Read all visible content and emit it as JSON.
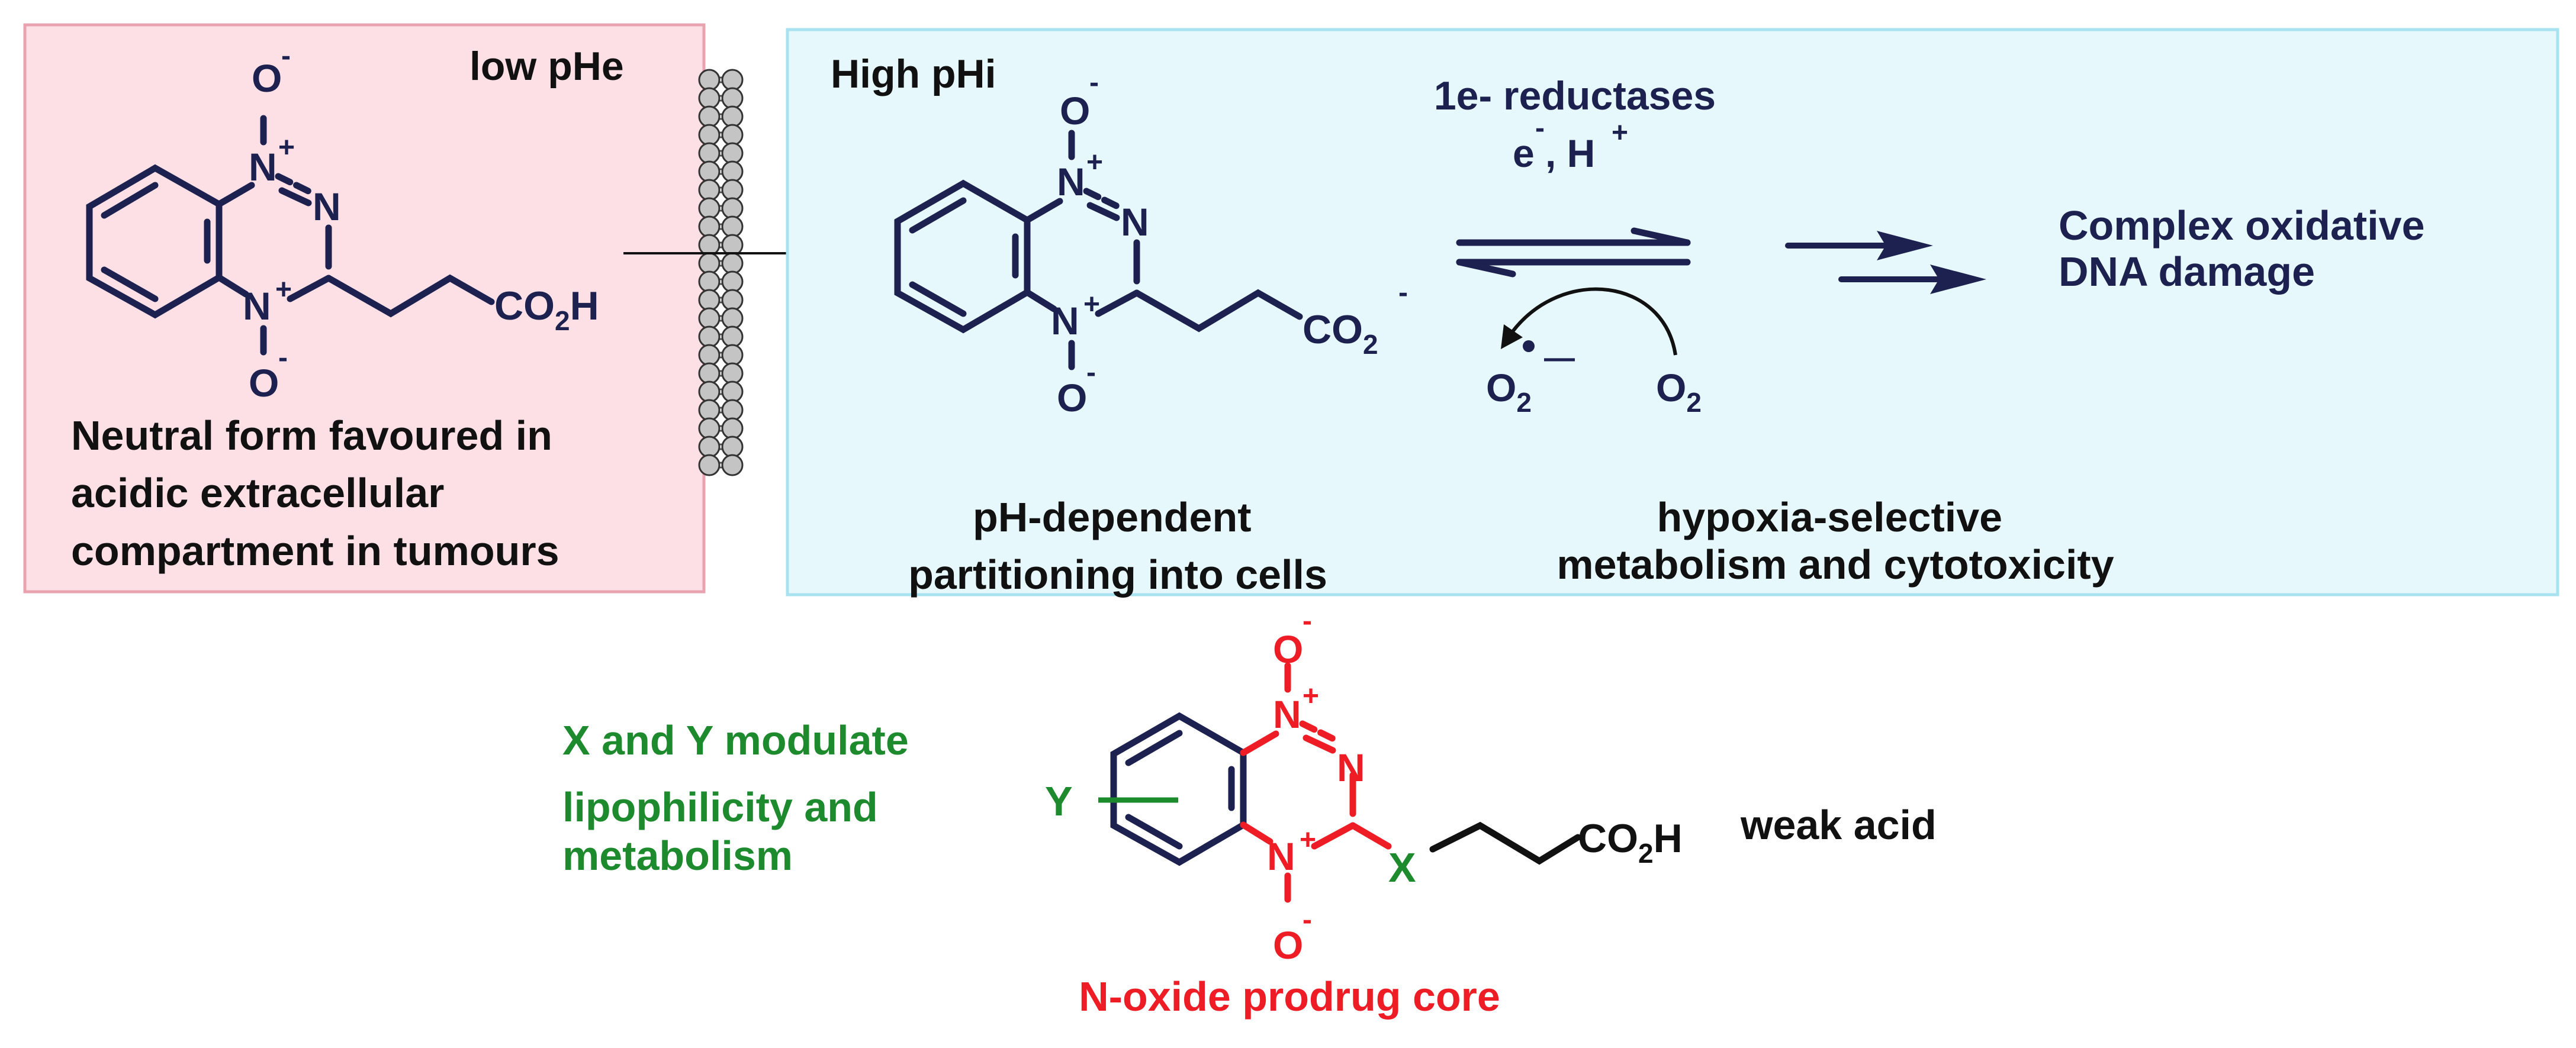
{
  "colors": {
    "navy": "#1c2150",
    "red": "#ee1c25",
    "green": "#1e8a2e",
    "pink_box_fill": "#fde0e6",
    "pink_box_border": "#e9a3b0",
    "blue_box_fill": "#e7f8fc",
    "blue_box_border": "#a8e1ef",
    "bead_fill": "#c4c4c4"
  },
  "left_box": {
    "corner_label": "low pHe",
    "caption_lines": [
      "Neutral form favoured in",
      "acidic extracellular",
      "compartment in tumours"
    ],
    "molecule": {
      "o_top": "O",
      "o_top_charge": "-",
      "n1": "N",
      "n1_charge": "+",
      "n2": "N",
      "n4": "N",
      "n4_charge": "+",
      "o_bottom": "O",
      "o_bottom_charge": "-",
      "acid_co": "CO",
      "acid_sub": "2",
      "acid_h": "H"
    }
  },
  "right_box": {
    "corner_label": "High pHi",
    "molecule": {
      "o_top": "O",
      "o_top_charge": "-",
      "n1": "N",
      "n1_charge": "+",
      "n2": "N",
      "n4": "N",
      "n4_charge": "+",
      "o_bottom": "O",
      "o_bottom_charge": "-",
      "carboxylate_co": "CO",
      "carboxylate_sub": "2",
      "carboxylate_charge": "-"
    },
    "partition_caption_lines": [
      "pH-dependent",
      "partitioning into cells"
    ],
    "reductase_label": "1e- reductases",
    "electron_label": "e",
    "electron_charge": "-",
    "proton_label": ", H",
    "proton_charge": "+",
    "superoxide_o": "O",
    "superoxide_sub": "2",
    "superoxide_charge": "—",
    "oxygen_o": "O",
    "oxygen_sub": "2",
    "damage_lines": [
      "Complex oxidative",
      "DNA damage"
    ],
    "hypoxia_caption_lines": [
      "hypoxia-selective",
      "metabolism and cytotoxicity"
    ]
  },
  "bottom": {
    "modulate_lines": [
      "X and Y modulate",
      "lipophilicity and",
      "metabolism"
    ],
    "molecule": {
      "o_top": "O",
      "o_top_charge": "-",
      "n1": "N",
      "n1_charge": "+",
      "n2": "N",
      "n4": "N",
      "n4_charge": "+",
      "o_bottom": "O",
      "o_bottom_charge": "-",
      "y_label": "Y",
      "x_label": "X",
      "acid_co": "CO",
      "acid_sub": "2",
      "acid_h": "H"
    },
    "weak_acid_label": "weak acid",
    "core_label": "N-oxide prodrug core"
  }
}
